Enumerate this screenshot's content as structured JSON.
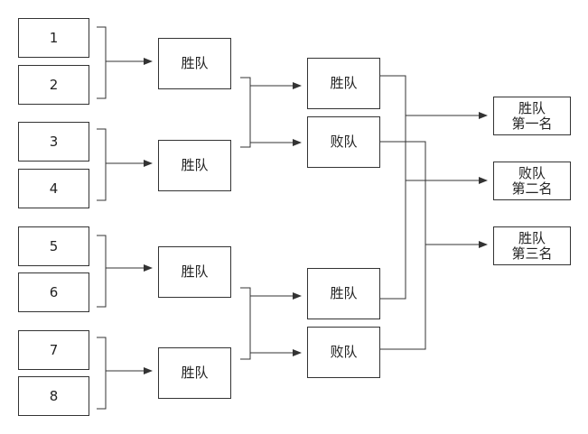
{
  "colors": {
    "stroke": "#333333",
    "text": "#222222",
    "background": "#ffffff"
  },
  "seeds": [
    "1",
    "2",
    "3",
    "4",
    "5",
    "6",
    "7",
    "8"
  ],
  "round1": [
    "胜队",
    "胜队",
    "胜队",
    "胜队"
  ],
  "round2": [
    "胜队",
    "败队",
    "胜队",
    "败队"
  ],
  "results": [
    {
      "line1": "胜队",
      "line2": "第一名"
    },
    {
      "line1": "败队",
      "line2": "第二名"
    },
    {
      "line1": "胜队",
      "line2": "第三名"
    }
  ]
}
